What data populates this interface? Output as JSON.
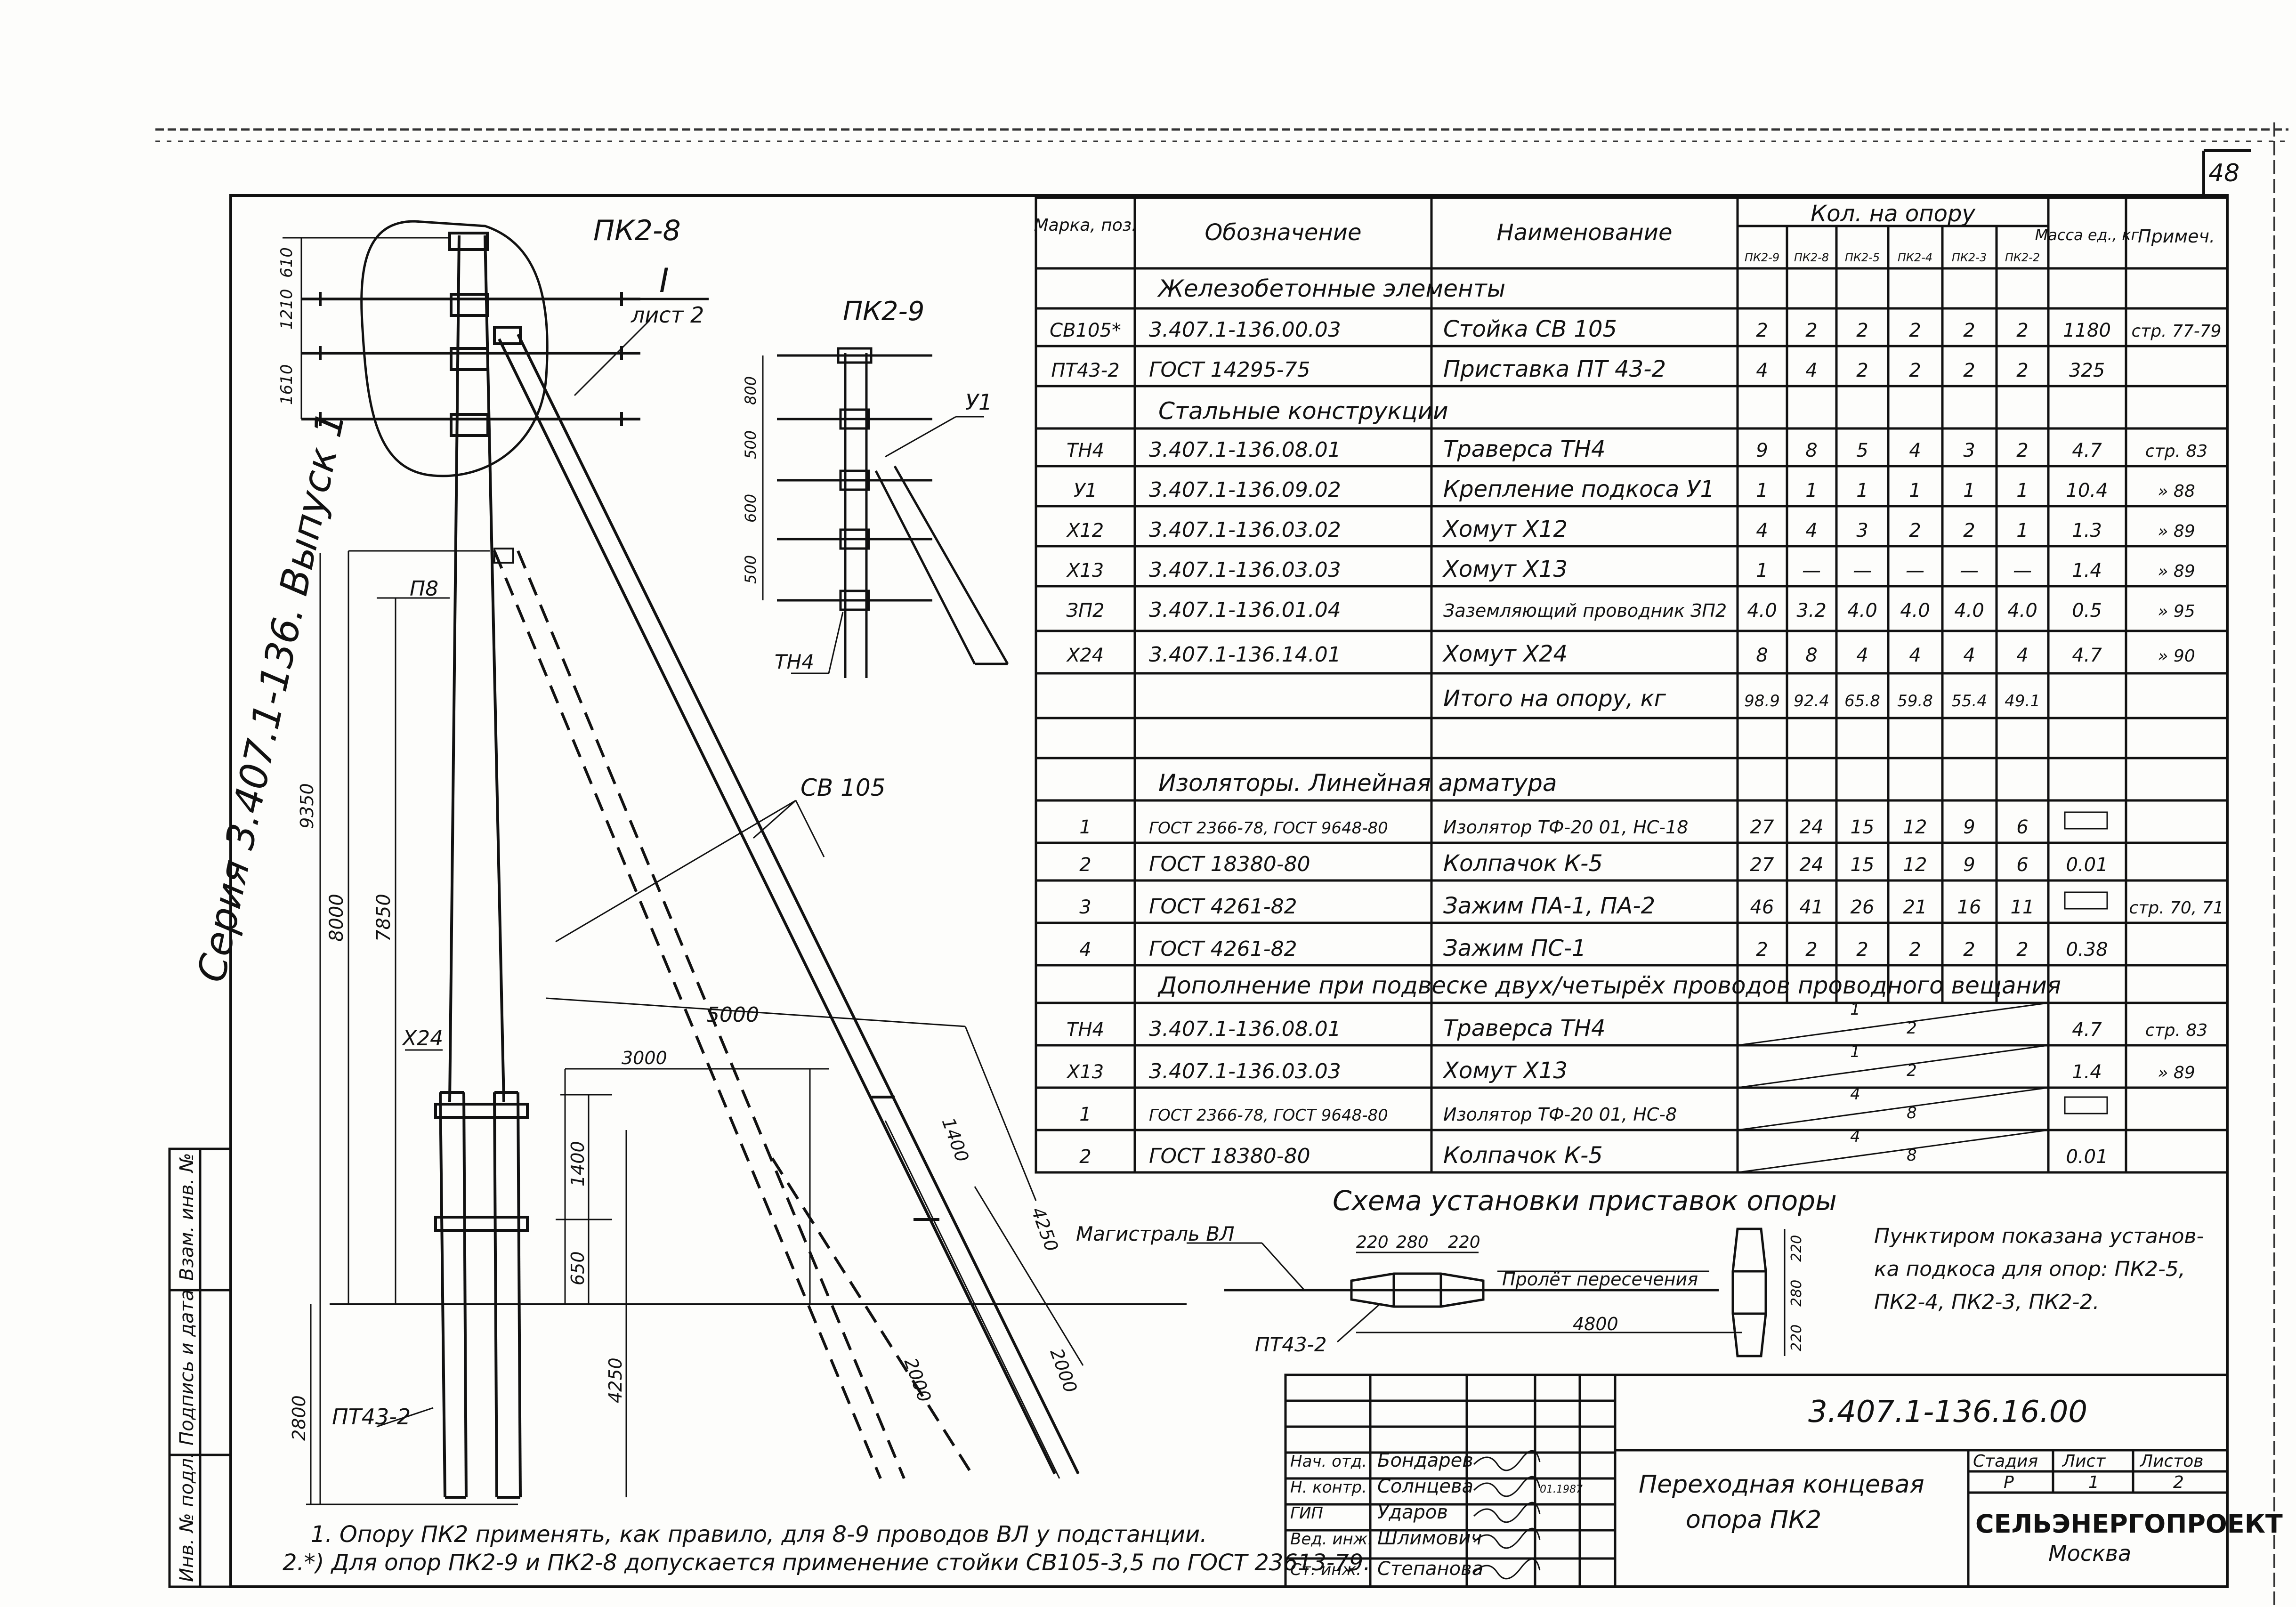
{
  "sheet_number": "48",
  "series_label": "Серия 3.407.1-136. Выпуск 1",
  "left_stamp": {
    "col1": "Инв. № подл.",
    "col2": "Подпись и дата",
    "col3": "Взам. инв. №"
  },
  "drawing": {
    "pk28_label": "ПК2-8",
    "pk29_label": "ПК2-9",
    "section_mark": "I",
    "section_ref": "лист 2",
    "u1_label": "У1",
    "tn4_label": "ТН4",
    "p8_label": "П8",
    "x24_label": "Х24",
    "cb105_label": "СВ 105",
    "pt43_label": "ПТ43-2",
    "dims": {
      "d_610": "610",
      "d_1210": "1210",
      "d_1610": "1610",
      "d_9350": "9350",
      "d_8000": "8000",
      "d_7850": "7850",
      "d_5000": "5000",
      "d_3000": "3000",
      "d_1400": "1400",
      "d_650": "650",
      "d_4250": "4250",
      "d_2800": "2800",
      "d_2000a": "2000",
      "d_2000b": "2000",
      "d_1400b": "1400",
      "d_4250b": "4250",
      "d_800": "800",
      "d_500a": "500",
      "d_600": "600",
      "d_500b": "500"
    }
  },
  "table": {
    "headers": {
      "marka": "Марка, поз.",
      "oboz": "Обозначение",
      "naim": "Наименование",
      "kol": "Кол. на опору",
      "massa": "Масса ед., кг",
      "prim": "Примеч."
    },
    "variants": [
      "ПК2-9",
      "ПК2-8",
      "ПК2-5",
      "ПК2-4",
      "ПК2-3",
      "ПК2-2"
    ],
    "sec_concrete": "Железобетонные элементы",
    "concrete_rows": [
      {
        "m": "СВ105*",
        "o": "3.407.1-136.00.03",
        "n": "Стойка СВ 105",
        "q": [
          "2",
          "2",
          "2",
          "2",
          "2",
          "2"
        ],
        "w": "1180",
        "p": "стр. 77-79"
      },
      {
        "m": "ПТ43-2",
        "o": "ГОСТ 14295-75",
        "n": "Приставка ПТ 43-2",
        "q": [
          "4",
          "4",
          "2",
          "2",
          "2",
          "2"
        ],
        "w": "325",
        "p": ""
      }
    ],
    "sec_steel": "Стальные конструкции",
    "steel_rows": [
      {
        "m": "ТН4",
        "o": "3.407.1-136.08.01",
        "n": "Траверса ТН4",
        "q": [
          "9",
          "8",
          "5",
          "4",
          "3",
          "2"
        ],
        "w": "4.7",
        "p": "стр. 83"
      },
      {
        "m": "У1",
        "o": "3.407.1-136.09.02",
        "n": "Крепление подкоса У1",
        "q": [
          "1",
          "1",
          "1",
          "1",
          "1",
          "1"
        ],
        "w": "10.4",
        "p": "» 88"
      },
      {
        "m": "Х12",
        "o": "3.407.1-136.03.02",
        "n": "Хомут Х12",
        "q": [
          "4",
          "4",
          "3",
          "2",
          "2",
          "1"
        ],
        "w": "1.3",
        "p": "» 89"
      },
      {
        "m": "Х13",
        "o": "3.407.1-136.03.03",
        "n": "Хомут Х13",
        "q": [
          "1",
          "—",
          "—",
          "—",
          "—",
          "—"
        ],
        "w": "1.4",
        "p": "» 89"
      },
      {
        "m": "ЗП2",
        "o": "3.407.1-136.01.04",
        "n": "Заземляющий проводник ЗП2",
        "q": [
          "4.0",
          "3.2",
          "4.0",
          "4.0",
          "4.0",
          "4.0"
        ],
        "w": "0.5",
        "p": "» 95"
      },
      {
        "m": "Х24",
        "o": "3.407.1-136.14.01",
        "n": "Хомут Х24",
        "q": [
          "8",
          "8",
          "4",
          "4",
          "4",
          "4"
        ],
        "w": "4.7",
        "p": "» 90"
      }
    ],
    "total_row": {
      "n": "Итого на опору, кг",
      "q": [
        "98.9",
        "92.4",
        "65.8",
        "59.8",
        "55.4",
        "49.1"
      ]
    },
    "sec_ins": "Изоляторы. Линейная арматура",
    "ins_rows": [
      {
        "m": "1",
        "o": "ГОСТ 2366-78, ГОСТ 9648-80",
        "n": "Изолятор ТФ-20 01, НС-18",
        "q": [
          "27",
          "24",
          "15",
          "12",
          "9",
          "6"
        ],
        "w": "",
        "p": ""
      },
      {
        "m": "2",
        "o": "ГОСТ 18380-80",
        "n": "Колпачок К-5",
        "q": [
          "27",
          "24",
          "15",
          "12",
          "9",
          "6"
        ],
        "w": "0.01",
        "p": ""
      },
      {
        "m": "3",
        "o": "ГОСТ 4261-82",
        "n": "Зажим ПА-1, ПА-2",
        "q": [
          "46",
          "41",
          "26",
          "21",
          "16",
          "11"
        ],
        "w": "",
        "p": "стр. 70, 71"
      },
      {
        "m": "4",
        "o": "ГОСТ 4261-82",
        "n": "Зажим ПС-1",
        "q": [
          "2",
          "2",
          "2",
          "2",
          "2",
          "2"
        ],
        "w": "0.38",
        "p": ""
      }
    ],
    "sec_add": "Дополнение при подвеске двух/четырёх проводов проводного вещания",
    "add_rows": [
      {
        "m": "ТН4",
        "o": "3.407.1-136.08.01",
        "n": "Траверса ТН4",
        "a": "1",
        "b": "2",
        "w": "4.7",
        "p": "стр. 83"
      },
      {
        "m": "Х13",
        "o": "3.407.1-136.03.03",
        "n": "Хомут Х13",
        "a": "1",
        "b": "2",
        "w": "1.4",
        "p": "» 89"
      },
      {
        "m": "1",
        "o": "ГОСТ 2366-78, ГОСТ 9648-80",
        "n": "Изолятор ТФ-20 01, НС-8",
        "a": "4",
        "b": "8",
        "w": "",
        "p": ""
      },
      {
        "m": "2",
        "o": "ГОСТ 18380-80",
        "n": "Колпачок К-5",
        "a": "4",
        "b": "8",
        "w": "0.01",
        "p": ""
      }
    ]
  },
  "scheme": {
    "title": "Схема установки приставок опоры",
    "magistral": "Магистраль ВЛ",
    "prolet": "Пролёт пересечения",
    "pt43": "ПТ43-2",
    "d220a": "220",
    "d280": "280",
    "d220b": "220",
    "d4800": "4800",
    "v220a": "220",
    "v280": "280",
    "v220b": "220",
    "note": [
      "Пунктиром показана установ-",
      "ка подкоса для опор: ПК2-5,",
      "ПК2-4, ПК2-3, ПК2-2."
    ]
  },
  "notes": {
    "n1": "1. Опору ПК2 применять, как правило, для 8-9 проводов ВЛ у подстанции.",
    "n2": "2.*) Для опор ПК2-9 и ПК2-8 допускается применение стойки СВ105-3,5 по ГОСТ 23613-79."
  },
  "titleblock": {
    "code": "3.407.1-136.16.00",
    "name1": "Переходная концевая",
    "name2": "опора ПК2",
    "h_stage": "Стадия",
    "h_sheet": "Лист",
    "h_sheets": "Листов",
    "stage": "Р",
    "sheet": "1",
    "sheets": "2",
    "org": "СЕЛЬЭНЕРГОПРОЕКТ",
    "city": "Москва",
    "people": [
      {
        "role": "Нач. отд.",
        "name": "Бондарев",
        "date": ""
      },
      {
        "role": "Н. контр.",
        "name": "Солнцева",
        "date": "01.1987"
      },
      {
        "role": "ГИП",
        "name": "Ударов",
        "date": ""
      },
      {
        "role": "Вед. инж.",
        "name": "Шлимович",
        "date": ""
      },
      {
        "role": "Ст. инж.",
        "name": "Степанова",
        "date": ""
      }
    ]
  }
}
